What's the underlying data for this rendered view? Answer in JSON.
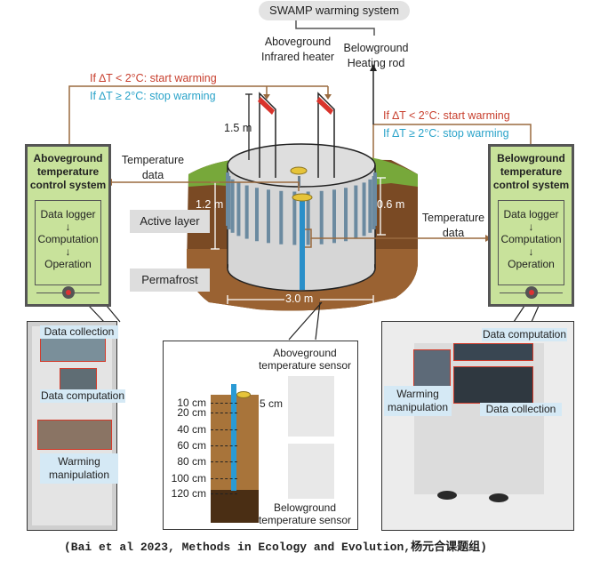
{
  "system_title": "SWAMP warming system",
  "heaters": {
    "aboveground": {
      "line1": "Aboveground",
      "line2": "Infrared heater"
    },
    "belowground": {
      "line1": "Belowground",
      "line2": "Heating rod"
    }
  },
  "rules_left": {
    "start": "If ∆T < 2°C: start warming",
    "stop": "If ∆T ≥ 2°C: stop warming"
  },
  "rules_right": {
    "start": "If ∆T < 2°C: start warming",
    "stop": "If ∆T ≥ 2°C: stop warming"
  },
  "control_left": {
    "title_lines": [
      "Aboveground",
      "temperature",
      "control system"
    ],
    "steps": [
      "Data logger",
      "↓",
      "Computation",
      "↓",
      "Operation"
    ]
  },
  "control_right": {
    "title_lines": [
      "Belowground",
      "temperature",
      "control system"
    ],
    "steps": [
      "Data logger",
      "↓",
      "Computation",
      "↓",
      "Operation"
    ]
  },
  "temperature_data_left": {
    "line1": "Temperature",
    "line2": "data"
  },
  "temperature_data_right": {
    "line1": "Temperature",
    "line2": "data"
  },
  "dimensions": {
    "heater_height": "1.5 m",
    "depth_left": "1.2 m",
    "depth_right": "0.6 m",
    "diameter": "3.0 m"
  },
  "layers": {
    "active": "Active layer",
    "permafrost": "Permafrost"
  },
  "photo_left_tags": {
    "collection": "Data collection",
    "computation": "Data computation",
    "warming_1": "Warming",
    "warming_2": "manipulation"
  },
  "sensor_panel": {
    "above_label_1": "Aboveground",
    "above_label_2": "temperature sensor",
    "below_label_1": "Belowground",
    "below_label_2": "temperature sensor",
    "surface_depth": "5 cm",
    "depths": [
      "10 cm",
      "20 cm",
      "40 cm",
      "60 cm",
      "80 cm",
      "100 cm",
      "120 cm"
    ]
  },
  "photo_right_tags": {
    "computation": "Data computation",
    "warming_1": "Warming",
    "warming_2": "manipulation",
    "collection": "Data collection"
  },
  "caption": "(Bai et al 2023, Methods in Ecology and Evolution,杨元合课题组)",
  "colors": {
    "warm_red": "#c8402f",
    "cool_blue": "#2aa3c9",
    "control_green": "#c8e29b",
    "soil_brown": "#7a4a24",
    "wire_brown": "#9a6a3f"
  }
}
